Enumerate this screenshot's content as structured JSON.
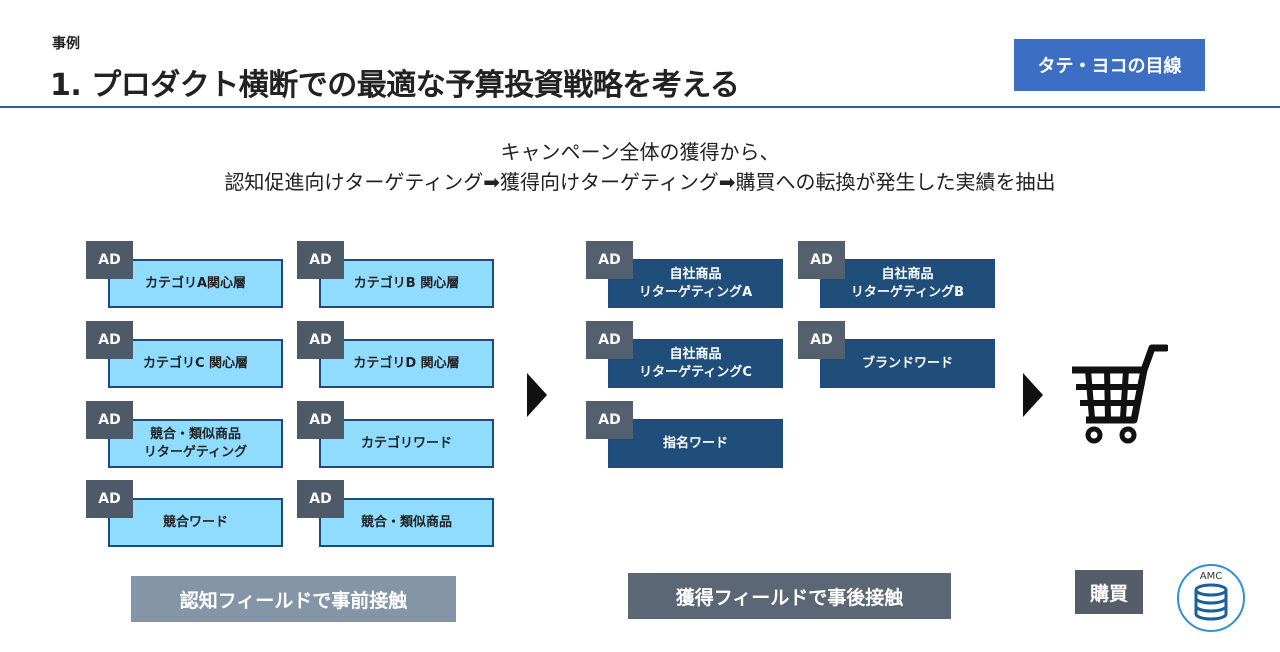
{
  "header": {
    "kicker": "事例",
    "title": "1. プロダクト横断での最適な予算投資戦略を考える",
    "badge": "タテ・ヨコの目線"
  },
  "subtitle": {
    "line1": "キャンペーン全体の獲得から、",
    "line2": "認知促進向けターゲティング➡獲得向けターゲティング➡購買への転換が発生した実績を抽出"
  },
  "ad_label": "AD",
  "awareness_cards": [
    "カテゴリA関心層",
    "カテゴリB 関心層",
    "カテゴリC 関心層",
    "カテゴリD 関心層",
    "競合・類似商品\nリターゲティング",
    "カテゴリワード",
    "競合ワード",
    "競合・類似商品"
  ],
  "acquisition_cards": [
    "自社商品\nリターゲティングA",
    "自社商品\nリターゲティングB",
    "自社商品\nリターゲティングC",
    "ブランドワード",
    "指名ワード"
  ],
  "bottom_labels": {
    "awareness": "認知フィールドで事前接触",
    "acquisition": "獲得フィールドで事後接触",
    "purchase": "購買"
  },
  "amc_logo": "AMC",
  "icons": {
    "cart": "shopping-cart-icon",
    "amc": "database-icon"
  },
  "colors": {
    "accent": "#3c6fc4",
    "light_card": "#90dcff",
    "dark_card": "#1f4e7b",
    "ad_tag": "#4e5a68"
  }
}
